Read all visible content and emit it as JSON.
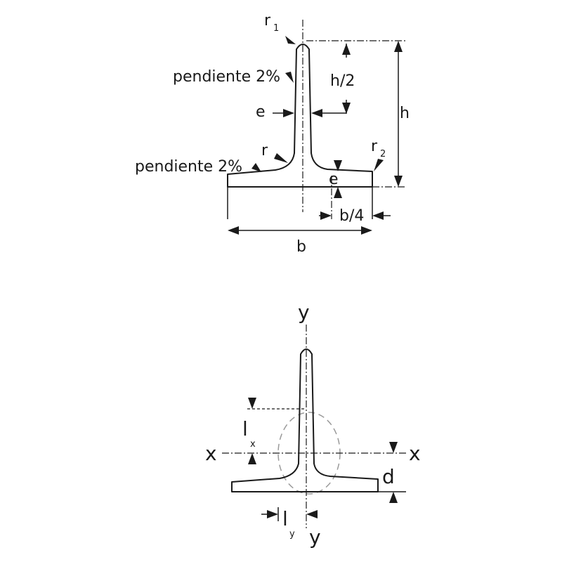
{
  "top_diagram": {
    "labels": {
      "r1": "r",
      "r1_sub": "1",
      "slope_top": "pendiente 2%",
      "slope_bottom": "pendiente 2%",
      "e_web": "e",
      "r": "r",
      "r2": "r",
      "r2_sub": "2",
      "e_flange": "e",
      "h_half": "h/2",
      "h": "h",
      "b_quarter": "b/4",
      "b": "b"
    }
  },
  "bottom_diagram": {
    "labels": {
      "y_top": "y",
      "y_bottom": "y",
      "x_left": "x",
      "x_right": "x",
      "lx": "l",
      "lx_sub": "x",
      "ly": "l",
      "ly_sub": "y",
      "d": "d"
    }
  }
}
